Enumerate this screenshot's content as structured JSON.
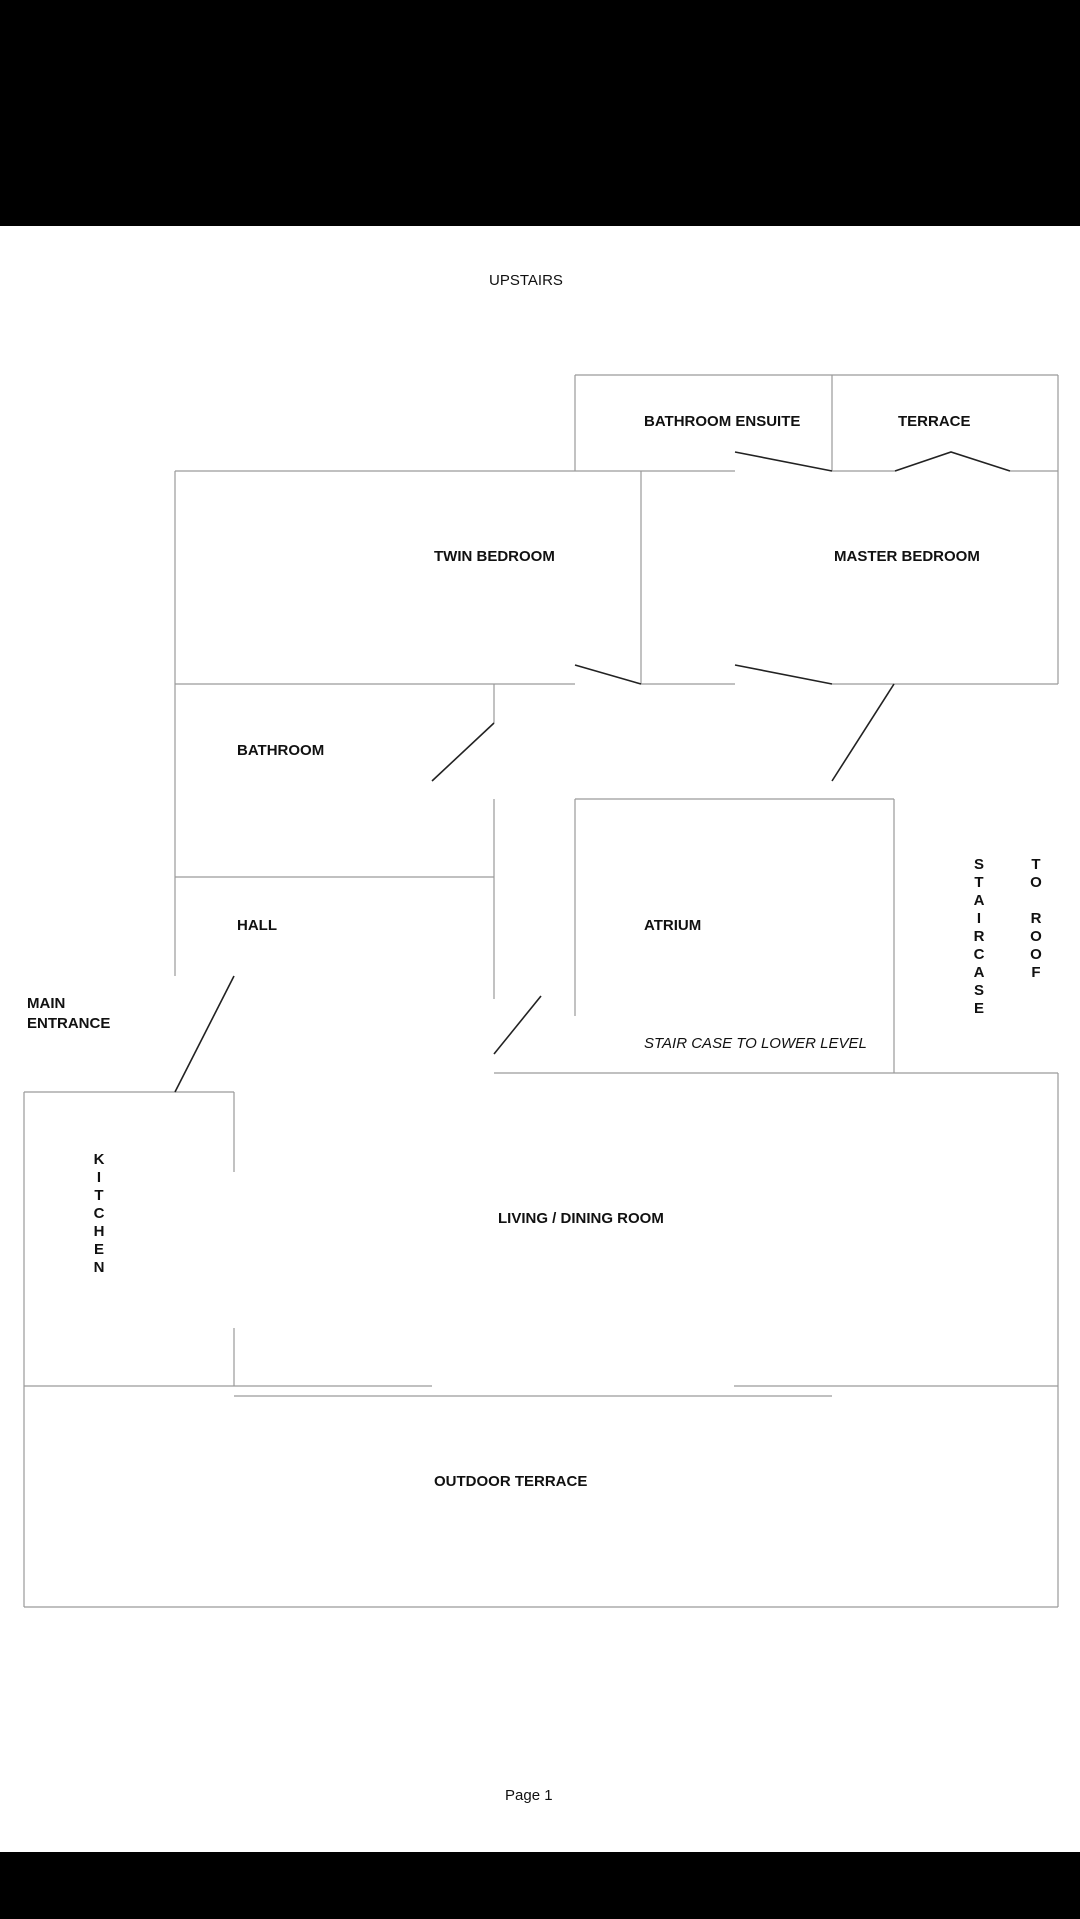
{
  "colors": {
    "letterbox": "#000000",
    "paper": "#ffffff",
    "wall": "#9a9a9a",
    "door": "#222222"
  },
  "header": {
    "title": "UPSTAIRS"
  },
  "rooms": {
    "bathroom_ensuite": "BATHROOM ENSUITE",
    "terrace": "TERRACE",
    "twin_bedroom": "TWIN BEDROOM",
    "master_bedroom": "MASTER BEDROOM",
    "bathroom": "BATHROOM",
    "hall": "HALL",
    "atrium": "ATRIUM",
    "main_entrance_line1": "MAIN",
    "main_entrance_line2": "ENTRANCE",
    "staircase_note": "STAIR CASE TO LOWER LEVEL",
    "living_dining": "LIVING / DINING ROOM",
    "outdoor_terrace": "OUTDOOR TERRACE"
  },
  "vertical_labels": {
    "staircase": [
      "S",
      "T",
      "A",
      "I",
      "R",
      "C",
      "A",
      "S",
      "E"
    ],
    "to_roof": [
      "T",
      "O",
      "",
      "R",
      "O",
      "O",
      "F"
    ],
    "kitchen": [
      "K",
      "I",
      "T",
      "C",
      "H",
      "E",
      "N"
    ]
  },
  "footer": {
    "page": "Page 1"
  }
}
